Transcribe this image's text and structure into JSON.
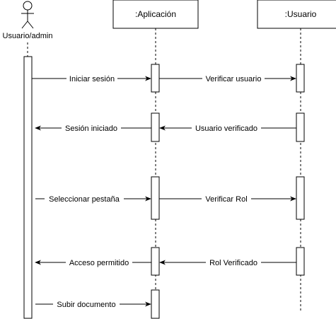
{
  "participants": {
    "actor": "Usuario/admin",
    "app": ":Aplicación",
    "user": ":Usuario"
  },
  "messages": [
    {
      "label": "Iniciar sesión"
    },
    {
      "label": "Verificar usuario"
    },
    {
      "label": "Sesión iniciado"
    },
    {
      "label": "Usuario verificado"
    },
    {
      "label": "Seleccionar pestaña"
    },
    {
      "label": "Verificar Rol"
    },
    {
      "label": "Acceso permitido"
    },
    {
      "label": "Rol Verificado"
    },
    {
      "label": "Subir documento"
    }
  ]
}
